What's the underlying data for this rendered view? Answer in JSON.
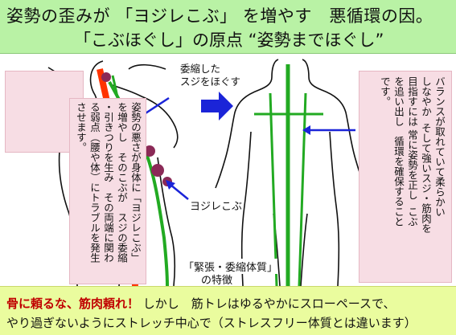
{
  "header": {
    "line1": "姿勢の歪みが 「ヨジレこぶ」 を増やす　悪循環の因。",
    "line2": "「こぶほぐし」の原点 “姿勢までほぐし”"
  },
  "left_box": {
    "text": "姿勢の悪さが身体に「ヨジレこぶ」\nを増やし　そのこぶが　スジの委縮\n・引きつりを生み　その両端に関わ\nる弱点（腰や体）にトラブルを発生\nさせます。"
  },
  "right_box": {
    "text": "バランスが取れていて柔らかい\nしなやか  そして強いスジ・筋肉を\n目指すには 常に姿勢を正し  こぶ\nを追い出し   循環を確保すること\nです。"
  },
  "labels": {
    "shrunk": "委縮した\nスジをほぐす",
    "yojire": "ヨジレこぶ",
    "tension_1": "「緊張・委縮体質」",
    "tension_2": "の特徴"
  },
  "footer": {
    "emphasis": "骨に頼るな、筋肉頼れ！",
    "rest": "しかし　筋トレはゆるやかにスローペースで、",
    "line2": "やり過ぎないようにストレッチ中心で（ストレスフリー体質とは違います）"
  },
  "colors": {
    "header_bg": "#b9f2a5",
    "footer_bg": "#eafc9e",
    "pink_box": "#f7dde4",
    "spine_red": "#ff3300",
    "muscle_green": "#22aa22",
    "knot": "#8b2a57",
    "arrow_blue": "#1b24d8"
  }
}
